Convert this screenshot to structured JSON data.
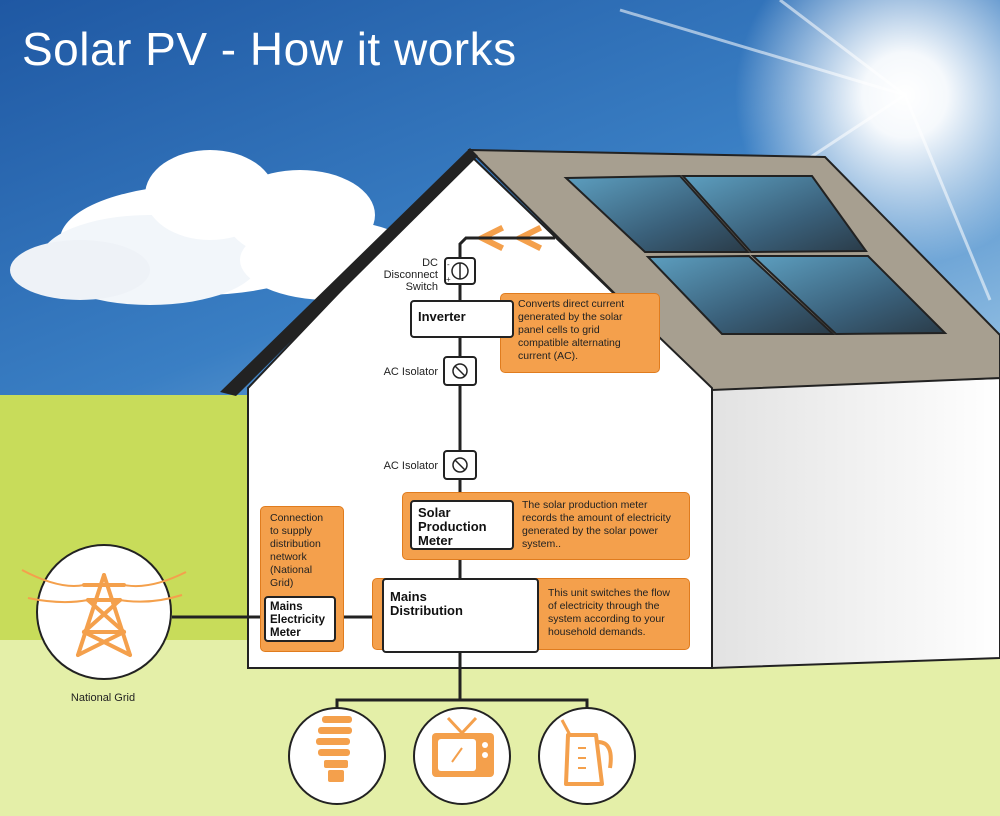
{
  "title": "Solar PV - How it works",
  "components": {
    "dc_switch": "DC\nDisconnect\nSwitch",
    "inverter": "Inverter",
    "ac_isolator_1": "AC Isolator",
    "ac_isolator_2": "AC Isolator",
    "solar_meter": "Solar\nProduction\nMeter",
    "mains_distribution": "Mains\nDistribution",
    "mains_meter": "Mains\nElectricity\nMeter",
    "national_grid": "National Grid"
  },
  "notes": {
    "inverter": "Converts direct current\ngenerated by the solar\npanel cells to grid\ncompatible alternating\ncurrent (AC).",
    "solar_meter": "The solar production meter\nrecords the amount of electricity\ngenerated by the solar power\nsystem..",
    "mains_distribution": "This unit switches the flow\nof electricity through the\nsystem according to your\nhousehold demands.",
    "mains_meter": "Connection\nto supply\ndistribution\nnetwork\n(National\nGrid)"
  },
  "appliances": [
    "lightbulb-icon",
    "tv-icon",
    "kettle-icon"
  ],
  "colors": {
    "sky": "#2f6db0",
    "grass": "#c8dc5a",
    "accent": "#f4a04c",
    "roof": "#a79f90",
    "panel": "#3c6d8a"
  }
}
